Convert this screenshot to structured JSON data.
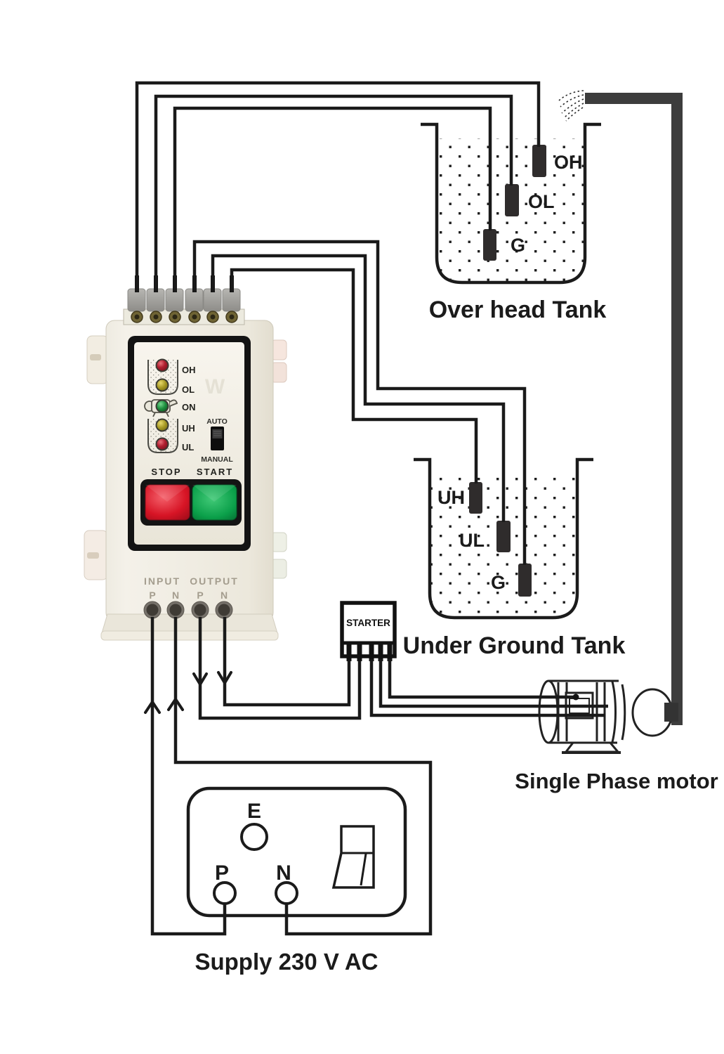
{
  "colors": {
    "wire": "#1a1a1a",
    "pipe": "#3d3d3d",
    "ink": "#1b1b1b",
    "controller_body": "#efece3",
    "stop_button": "#d71425",
    "start_button": "#0ba04a",
    "led_red": "#a1182b",
    "led_yellow": "#a89a25",
    "led_green": "#1e8f3e"
  },
  "controller": {
    "indicators": [
      {
        "label": "OH",
        "color": "#a1182b"
      },
      {
        "label": "OL",
        "color": "#a89a25"
      },
      {
        "label": "ON",
        "color": "#1e8f3e"
      },
      {
        "label": "UH",
        "color": "#a89a25"
      },
      {
        "label": "UL",
        "color": "#a1182b"
      }
    ],
    "mode_switch": {
      "top": "AUTO",
      "bottom": "MANUAL"
    },
    "buttons": {
      "stop": "STOP",
      "start": "START"
    },
    "terminal_groups": {
      "input": "INPUT",
      "output": "OUTPUT"
    },
    "terminal_pins": {
      "input_p": "P",
      "input_n": "N",
      "output_p": "P",
      "output_n": "N"
    }
  },
  "overhead_tank": {
    "title": "Over head Tank",
    "sensors": [
      "OH",
      "OL",
      "G"
    ]
  },
  "underground_tank": {
    "title": "Under Ground Tank",
    "sensors": [
      "UH",
      "UL",
      "G"
    ]
  },
  "starter": {
    "label": "STARTER"
  },
  "motor": {
    "label": "Single Phase motor"
  },
  "supply": {
    "label": "Supply 230 V AC",
    "pin_e": "E",
    "pin_p": "P",
    "pin_n": "N"
  }
}
